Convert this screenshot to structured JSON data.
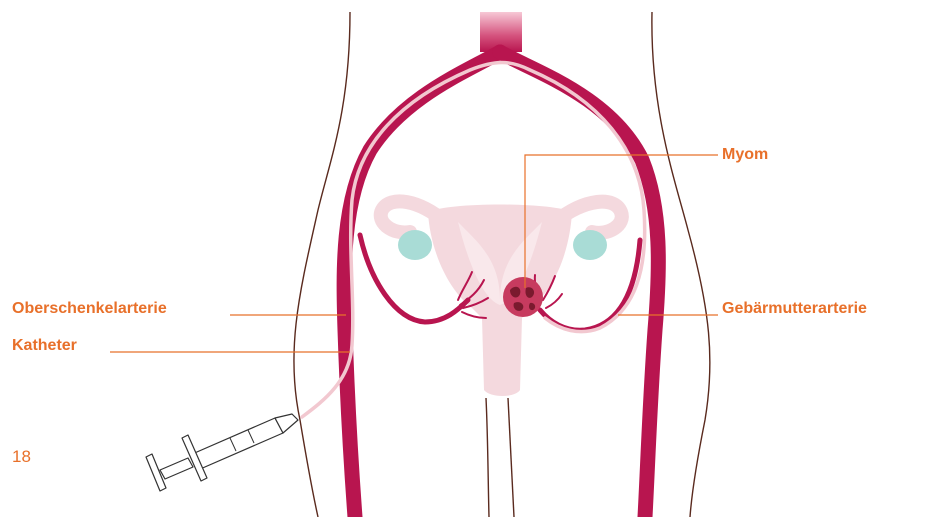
{
  "labels": {
    "myom": "Myom",
    "oberschenkelarterie": "Oberschenkelarterie",
    "katheter": "Katheter",
    "gebaermutterarterie": "Gebärmutterarterie"
  },
  "page_number": "18",
  "colors": {
    "label_orange": "#e8702a",
    "artery_crimson": "#b8154f",
    "catheter_pink": "#f2c8d0",
    "uterus_pink": "#f4d9de",
    "ovary_teal": "#a9dcd6",
    "body_outline": "#5a2a1e"
  }
}
